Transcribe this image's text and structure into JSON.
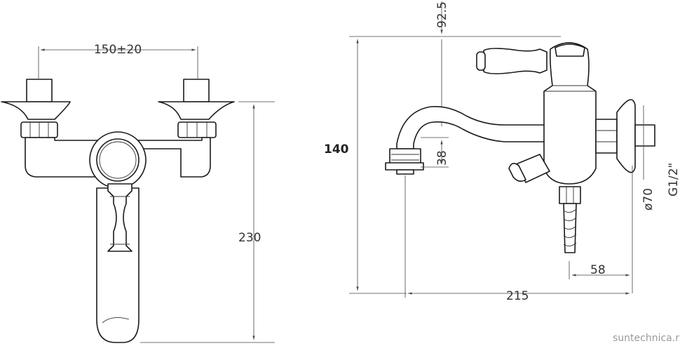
{
  "front_view": {
    "dim_centers": "150±20",
    "dim_height": "230"
  },
  "side_view": {
    "dim_total_height": "140",
    "dim_top": "92.5",
    "dim_spout": "38",
    "dim_diameter": "ø70",
    "dim_thread": "G1/2\"",
    "dim_outlet": "58",
    "dim_length": "215"
  },
  "watermark": "suntechnica.ru"
}
